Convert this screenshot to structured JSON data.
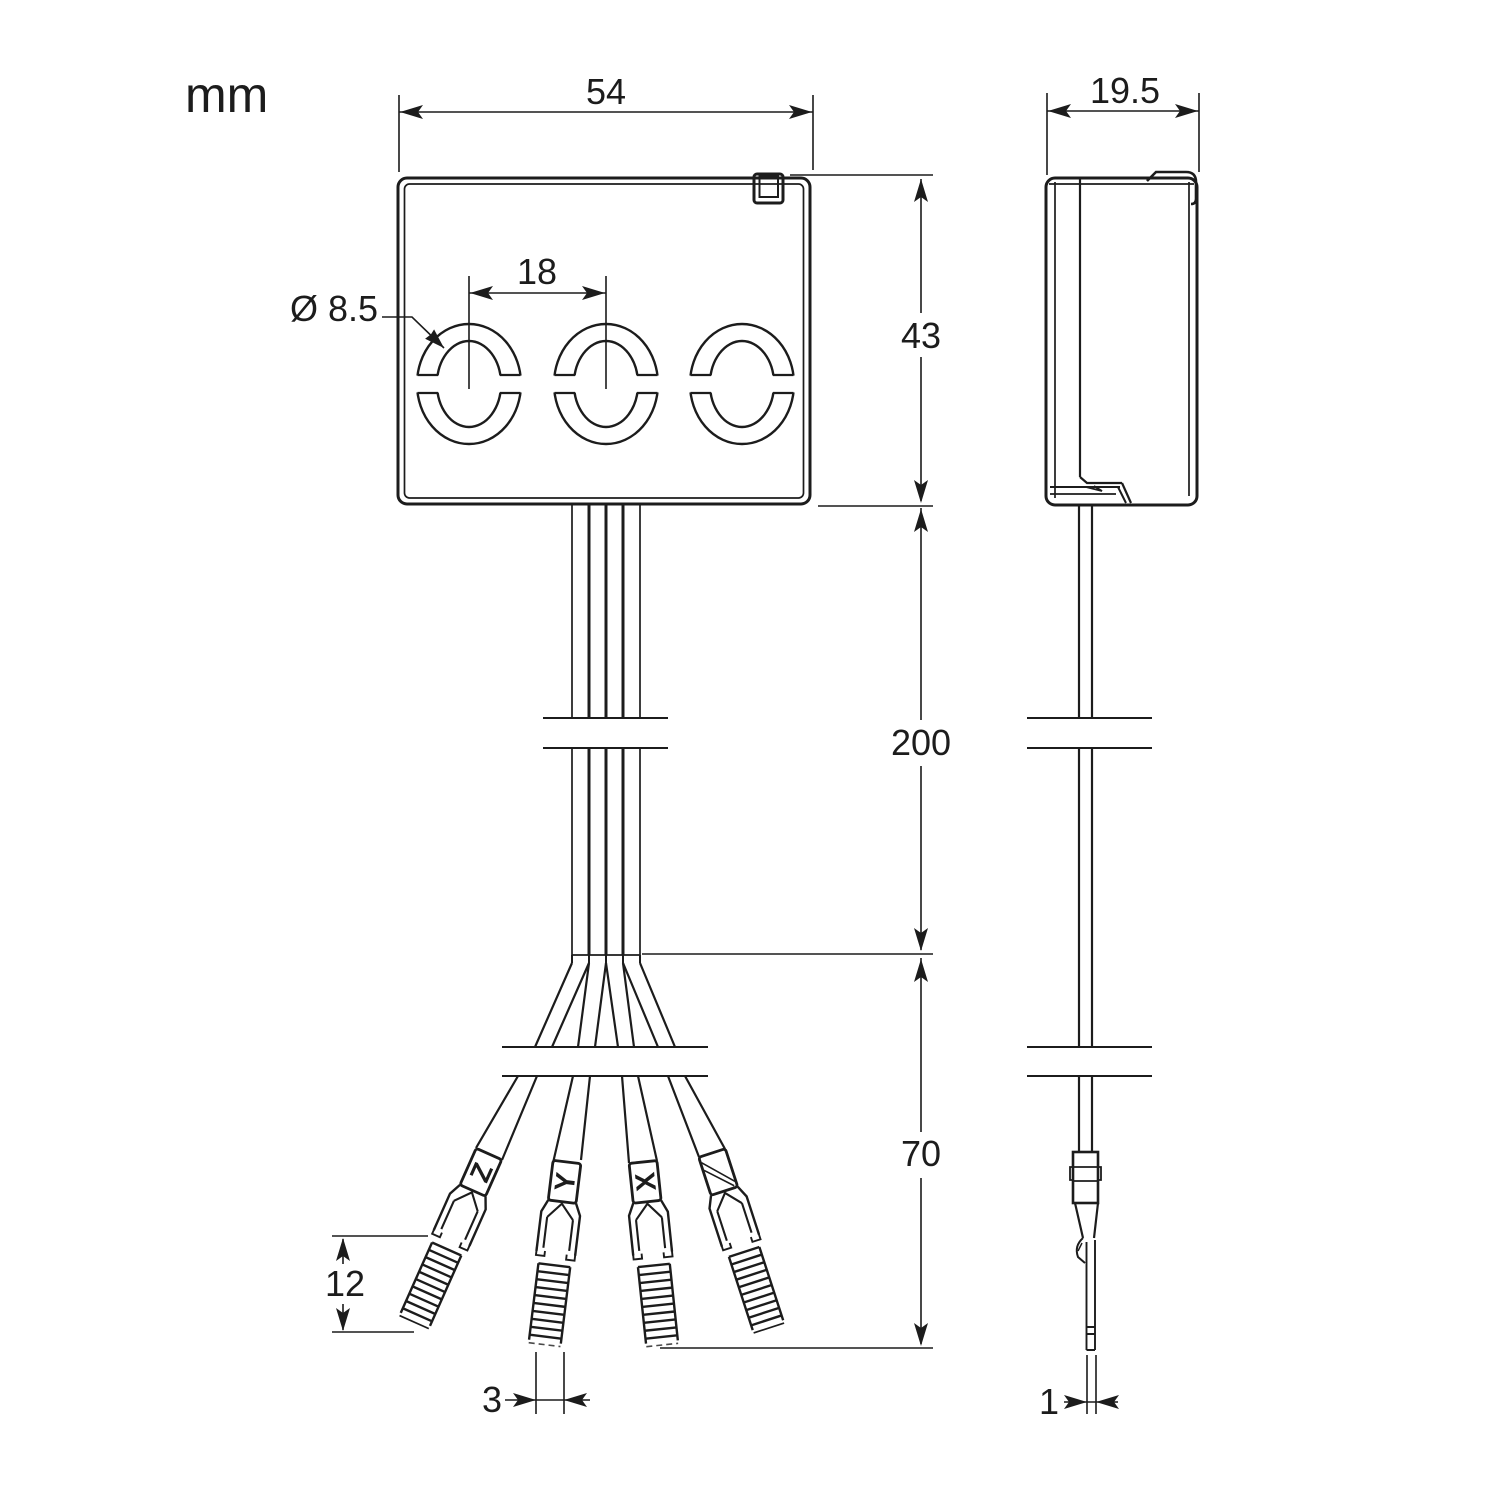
{
  "drawing": {
    "units_label": "mm",
    "front_view": {
      "width_dim": "54",
      "height_dim": "43",
      "hole_diameter_label": "Ø 8.5",
      "hole_spacing_dim": "18",
      "cable_length_dim": "200",
      "fanout_length_dim": "70",
      "ferrule_length_dim": "12",
      "wire_tip_width_dim": "3",
      "wire_labels": {
        "wire1": "Z",
        "wire2": "Y",
        "wire3": "X"
      }
    },
    "side_view": {
      "depth_dim": "19.5",
      "blade_width_dim": "1"
    }
  }
}
